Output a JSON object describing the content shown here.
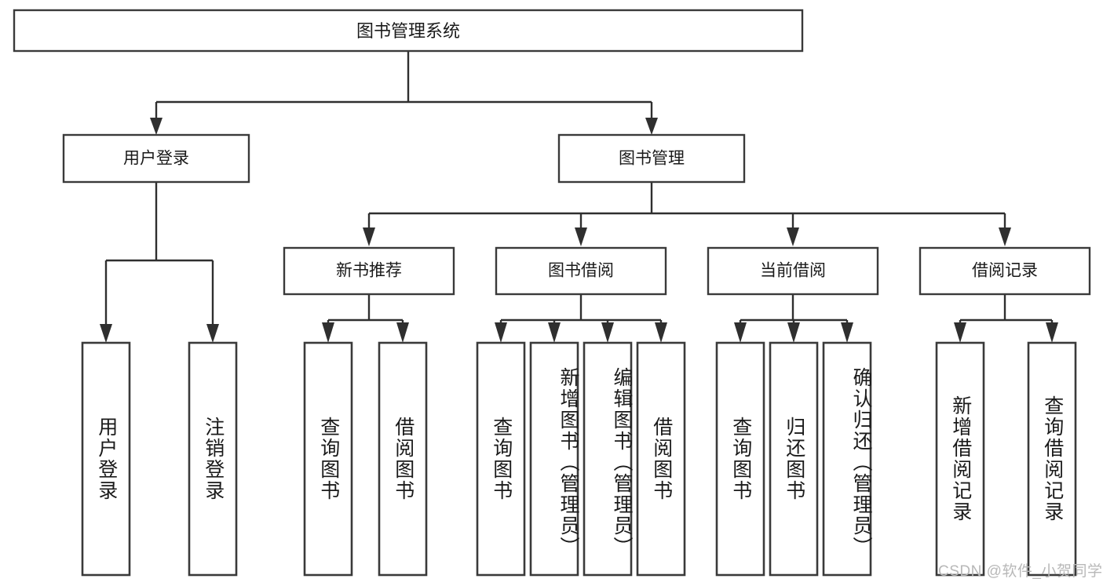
{
  "diagram": {
    "type": "hierarchy-tree",
    "title_node": {
      "id": "root",
      "label": "图书管理系统"
    },
    "level2": [
      {
        "id": "user-login",
        "label": "用户登录"
      },
      {
        "id": "book-management",
        "label": "图书管理"
      }
    ],
    "level3": [
      {
        "id": "new-book-recommend",
        "label": "新书推荐",
        "parent": "book-management"
      },
      {
        "id": "book-borrow",
        "label": "图书借阅",
        "parent": "book-management"
      },
      {
        "id": "current-borrow",
        "label": "当前借阅",
        "parent": "book-management"
      },
      {
        "id": "borrow-record",
        "label": "借阅记录",
        "parent": "book-management"
      }
    ],
    "leaves": [
      {
        "id": "leaf-user-login",
        "label": "用户登录",
        "parent": "user-login"
      },
      {
        "id": "leaf-logout-login",
        "label": "注销登录",
        "parent": "user-login"
      },
      {
        "id": "leaf-query-book-1",
        "label": "查询图书",
        "parent": "new-book-recommend"
      },
      {
        "id": "leaf-borrow-book-1",
        "label": "借阅图书",
        "parent": "new-book-recommend"
      },
      {
        "id": "leaf-query-book-2",
        "label": "查询图书",
        "parent": "book-borrow"
      },
      {
        "id": "leaf-add-book",
        "label": "新增图书（管理员）",
        "parent": "book-borrow"
      },
      {
        "id": "leaf-edit-book",
        "label": "编辑图书（管理员）",
        "parent": "book-borrow"
      },
      {
        "id": "leaf-borrow-book-2",
        "label": "借阅图书",
        "parent": "book-borrow"
      },
      {
        "id": "leaf-query-book-3",
        "label": "查询图书",
        "parent": "current-borrow"
      },
      {
        "id": "leaf-return-book",
        "label": "归还图书",
        "parent": "current-borrow"
      },
      {
        "id": "leaf-confirm-return",
        "label": "确认归还（管理员）",
        "parent": "current-borrow"
      },
      {
        "id": "leaf-add-record",
        "label": "新增借阅记录",
        "parent": "borrow-record"
      },
      {
        "id": "leaf-query-record",
        "label": "查询借阅记录",
        "parent": "borrow-record"
      }
    ],
    "colors": {
      "box_stroke": "#3a3a3a",
      "connector": "#2f2f2f",
      "text": "#1a1a1a",
      "background": "#ffffff",
      "watermark": "#b8b8b8"
    }
  },
  "watermark": {
    "text": "CSDN @软件_小贺同学"
  }
}
